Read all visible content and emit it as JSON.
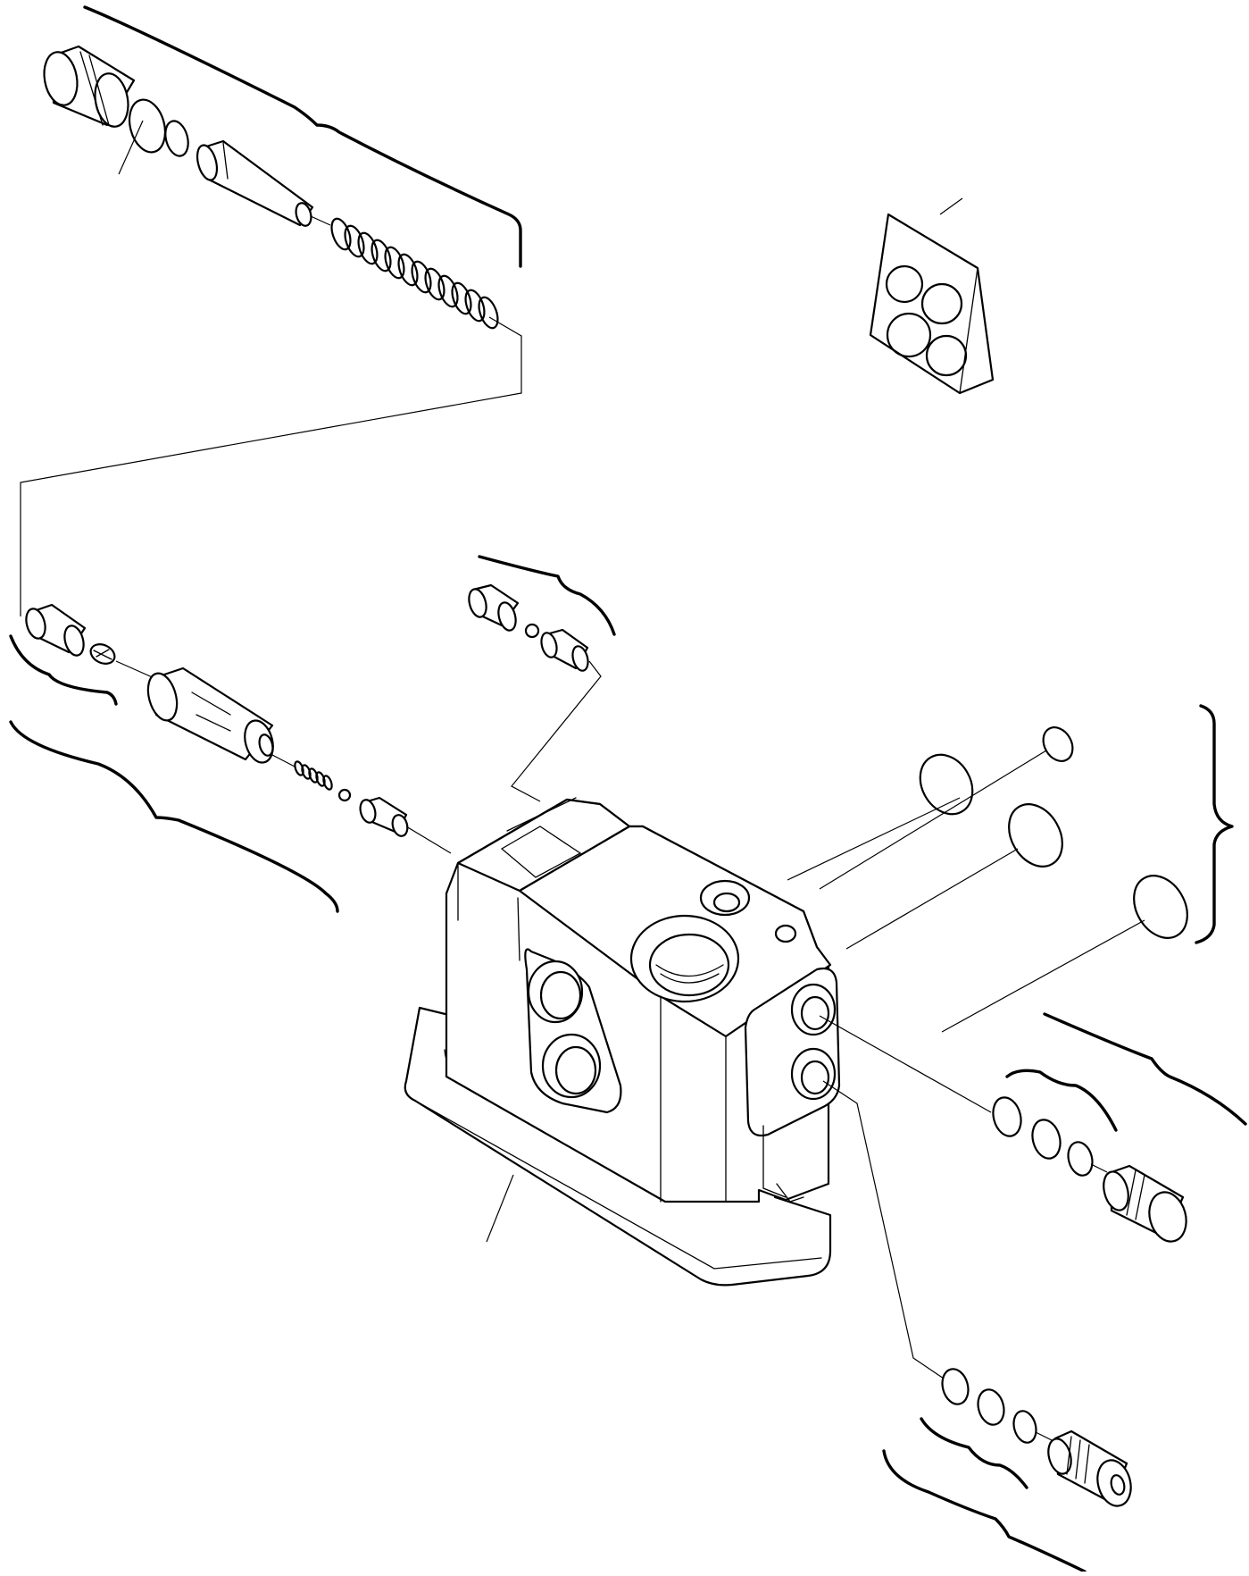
{
  "diagram": {
    "type": "exploded-parts-view",
    "line_color": "#000000",
    "background": "#ffffff",
    "parts": [
      "relief-valve-assembly",
      "seal-kit",
      "check-valve-assembly",
      "spool-assembly",
      "valve-body",
      "port-o-rings",
      "port-plug-upper",
      "port-plug-lower"
    ]
  }
}
